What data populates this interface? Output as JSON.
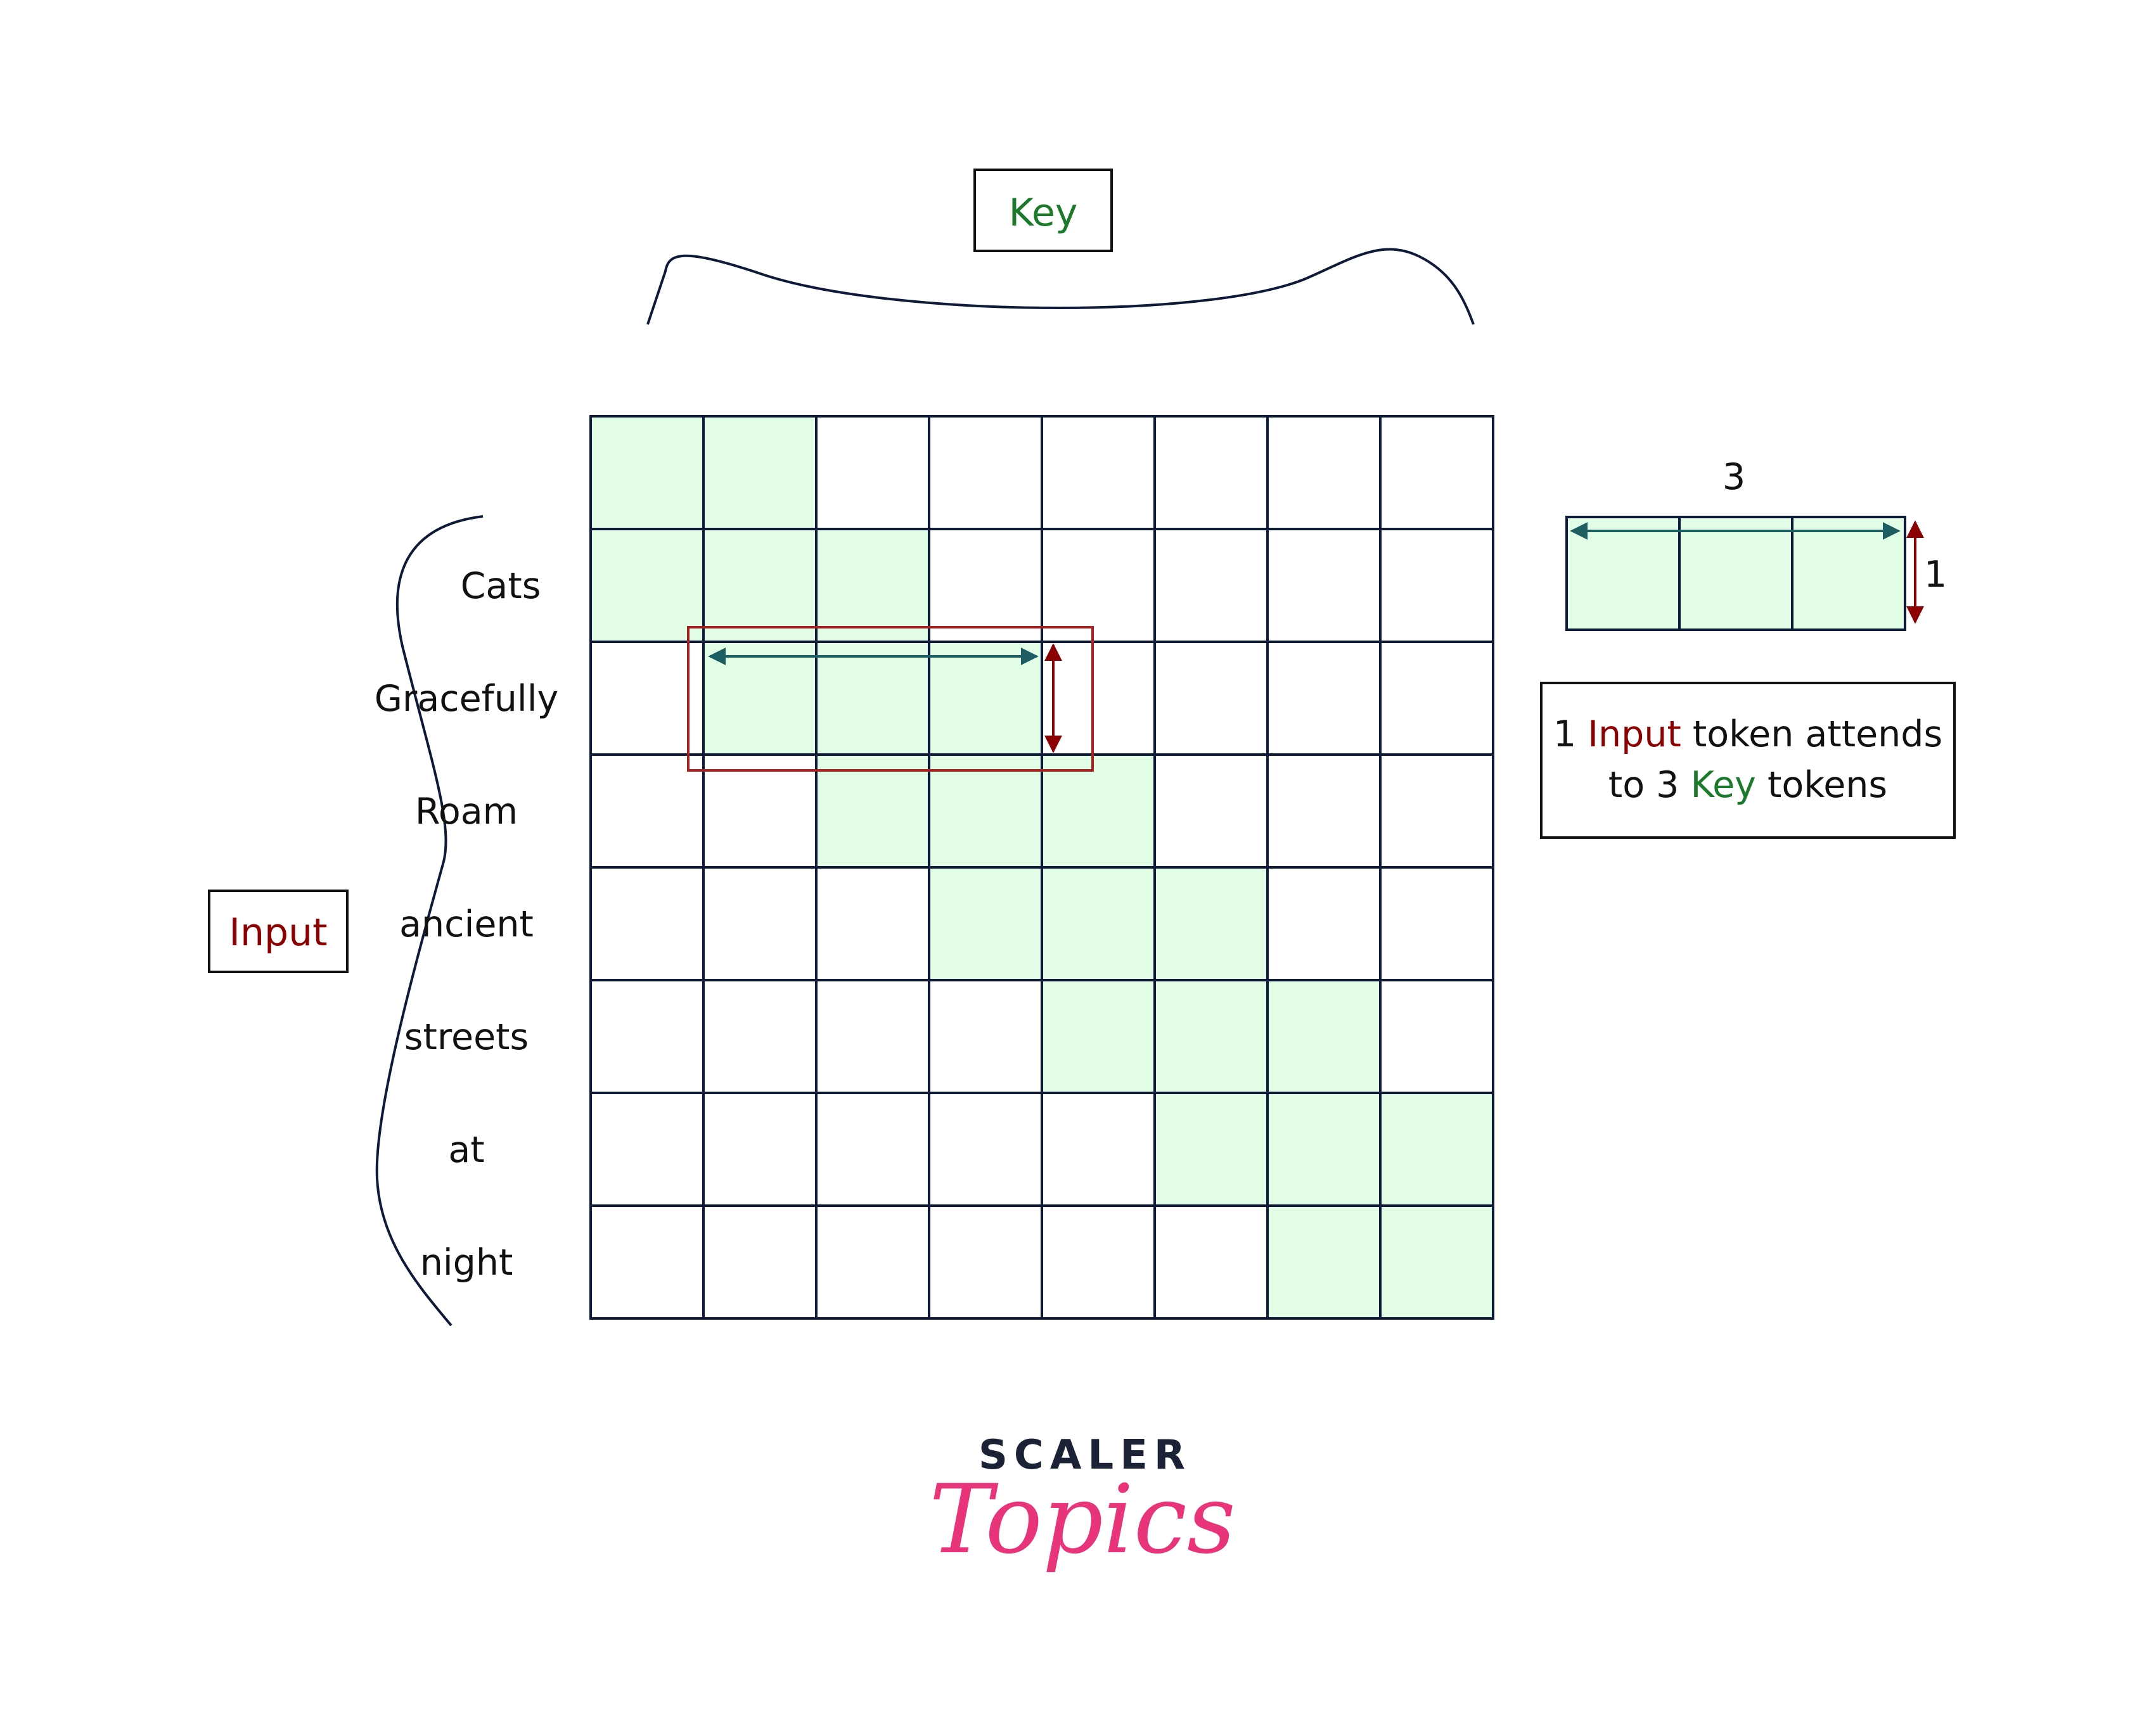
{
  "key_label": "Key",
  "input_label": "Input",
  "row_tokens": [
    "Cats",
    "Gracefully",
    "Roam",
    "ancient",
    "streets",
    "at",
    "night"
  ],
  "grid": {
    "rows": 8,
    "cols": 8
  },
  "attention_window": {
    "size": 3,
    "rows_attend": 1
  },
  "highlighted_cells": [
    [
      0,
      0
    ],
    [
      0,
      1
    ],
    [
      1,
      0
    ],
    [
      1,
      1
    ],
    [
      1,
      2
    ],
    [
      2,
      1
    ],
    [
      2,
      2
    ],
    [
      2,
      3
    ],
    [
      3,
      2
    ],
    [
      3,
      3
    ],
    [
      3,
      4
    ],
    [
      4,
      3
    ],
    [
      4,
      4
    ],
    [
      4,
      5
    ],
    [
      5,
      4
    ],
    [
      5,
      5
    ],
    [
      5,
      6
    ],
    [
      6,
      5
    ],
    [
      6,
      6
    ],
    [
      6,
      7
    ],
    [
      7,
      6
    ],
    [
      7,
      7
    ]
  ],
  "legend": {
    "width_label": "3",
    "height_label": "1",
    "caption": {
      "p1": "1 ",
      "input_word": "Input",
      "p2": " token attends",
      "p3": "to 3 ",
      "key_word": "Key",
      "p4": " tokens"
    }
  },
  "brand": {
    "line1": "SCALER",
    "line2": "Topics"
  },
  "colors": {
    "highlight": "#e2fde6",
    "grid_line": "#0e1a38",
    "input_red": "#8b0000",
    "key_green": "#1a7a2a",
    "arrow_teal": "#1d5e62",
    "brand_dark": "#1b2235",
    "brand_pink": "#e8357a"
  }
}
